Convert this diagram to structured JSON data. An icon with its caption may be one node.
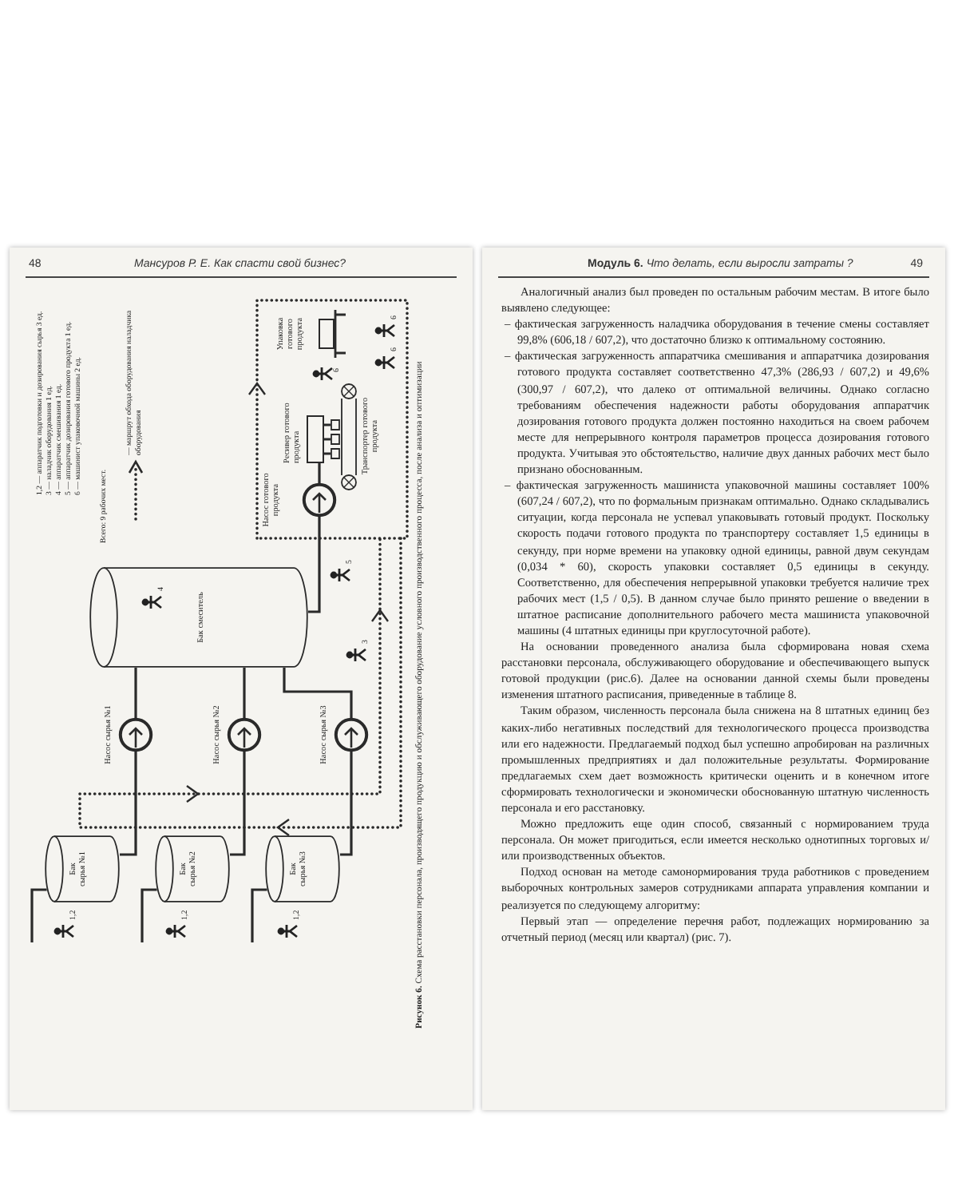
{
  "diagram": {
    "caption": "**Рисунок 6.** Схема расстановки персонала, производящего продукцию и обслуживающего оборудование условного производственного процесса, после анализа и оптимизации",
    "nodes": [
      {
        "text": [
          "Бак сырья №1"
        ]
      },
      {
        "text": [
          "Бак сырья №2"
        ]
      },
      {
        "text": [
          "Бак сырья №3"
        ]
      },
      {
        "text": [
          "Насос сырья №1"
        ]
      },
      {
        "text": [
          "Насос сырья №2"
        ]
      },
      {
        "text": [
          "Насос сырья №3"
        ]
      },
      {
        "text": [
          "Бак смеситель"
        ]
      },
      {
        "text": [
          "Насос готового продукта"
        ]
      },
      {
        "text": [
          "Ресивер готового продукта"
        ]
      },
      {
        "text": [
          "Транспортер готового продукта"
        ]
      },
      {
        "text": [
          "Упаковка готового продукта"
        ]
      }
    ],
    "edges": [
      {
        "from": null,
        "to": 0,
        "arrow": "none"
      },
      {
        "from": null,
        "to": 1,
        "arrow": "none"
      },
      {
        "from": null,
        "to": 2,
        "arrow": "none"
      },
      {
        "from": 0,
        "to": 3,
        "arrow": "none"
      },
      {
        "from": 1,
        "to": 4,
        "arrow": "none"
      },
      {
        "from": 2,
        "to": 5,
        "arrow": "none"
      },
      {
        "from": 3,
        "to": 6,
        "arrow": "none"
      },
      {
        "from": 4,
        "to": 6,
        "arrow": "none"
      },
      {
        "from": 5,
        "to": 6,
        "arrow": "none"
      },
      {
        "from": 6,
        "to": 7,
        "arrow": "none"
      },
      {
        "from": 7,
        "to": 8,
        "arrow": "none"
      },
      {
        "from": 8,
        "to": 9,
        "arrow": "none"
      }
    ],
    "labels": [
      "48",
      "Мансуров Р. Е. Как спасти свой бизнес?",
      "1,2 — аппаратчик подготовки и дозирования сырья 3 ед.",
      "3 — наладчик оборудования 1 ед.",
      "4 — аппаратчик смешивания 1 ед.",
      "5 — аппаратчик дозирования готового продукта 1 ед.",
      "6 — машинист упаковочной машины 2 ед.",
      "Всего: 9 рабочих мест.",
      "1,2",
      "1,2",
      "1,2",
      "3",
      "4",
      "5",
      "6",
      "6",
      "6",
      "**Модуль 6.** *Что делать, если выросли затраты ?*",
      "49",
      "Аналогичный анализ был проведен по остальным рабочим местам. В итоге было выявлено следующее:",
      "– фактическая загруженность наладчика оборудования в течение смены составляет 99,8% (606,18 / 607,2), что достаточно близко к оптимальному состоянию.",
      "– фактическая загруженность аппаратчика смешивания и аппаратчика дозирования готового продукта составляет соответственно 47,3% (286,93 / 607,2) и 49,6% (300,97 / 607,2), что далеко от оптимальной величины. Однако согласно требованиям обеспечения надежности работы оборудования аппаратчик дозирования готового продукта должен постоянно находиться на своем рабочем месте для непрерывного контроля параметров процесса дозирования готового продукта. Учитывая это обстоятельство, наличие двух данных рабочих мест было признано обоснованным.",
      "– фактическая загруженность машиниста упаковочной машины составляет 100% (607,24 / 607,2), что по формальным признакам оптимально. Однако складывались ситуации, когда персонала не успевал упаковывать готовый продукт. Поскольку скорость подачи готового продукта по транспортеру составляет 1,5 единицы в секунду, при норме времени на упаковку одной единицы, равной двум секундам (0,034 * 60), скорость упаковки составляет 0,5 единицы в секунду. Соответственно, для обеспечения непрерывной упаковки требуется наличие трех рабочих мест (1,5 / 0,5). В данном случае было принято решение о введении в штатное расписание дополнительного рабочего места машиниста упаковочной машины (4 штатных единицы при круглосуточной работе).",
      "На основании проведенного анализа была сформирована новая схема расстановки персонала, обслуживающего оборудование и обеспечивающего выпуск готовой продукции (рис.6). Далее на основании данной схемы были проведены изменения штатного расписания, приведенные в таблице 8.",
      "Таким образом, численность персонала была снижена на 8 штатных единиц без каких-либо негативных последствий для технологического процесса производства или его надежности. Предлагаемый подход был успешно апробирован на различных промышленных предприятиях и дал положительные результаты. Формирование предлагаемых схем дает возможность критически оценить и в конечном итоге сформировать технологически и экономически обоснованную штатную численность персонала и его расстановку.",
      "Можно предложить еще один способ, связанный с нормированием труда персонала. Он может пригодиться, если имеется несколько однотипных торговых и/или производственных объектов.",
      "Подход основан на методе самонормирования труда работников с проведением выборочных контрольных замеров сотрудниками аппарата управления компании и реализуется по следующему алгоритму:",
      "Первый этап — определение перечня работ, подлежащих нормированию за отчетный период (месяц или квартал) (рис. 7)."
    ],
    "legend": [
      {
        "text": "— маршрут обхода оборудования наладчика оборудования"
      }
    ]
  }
}
